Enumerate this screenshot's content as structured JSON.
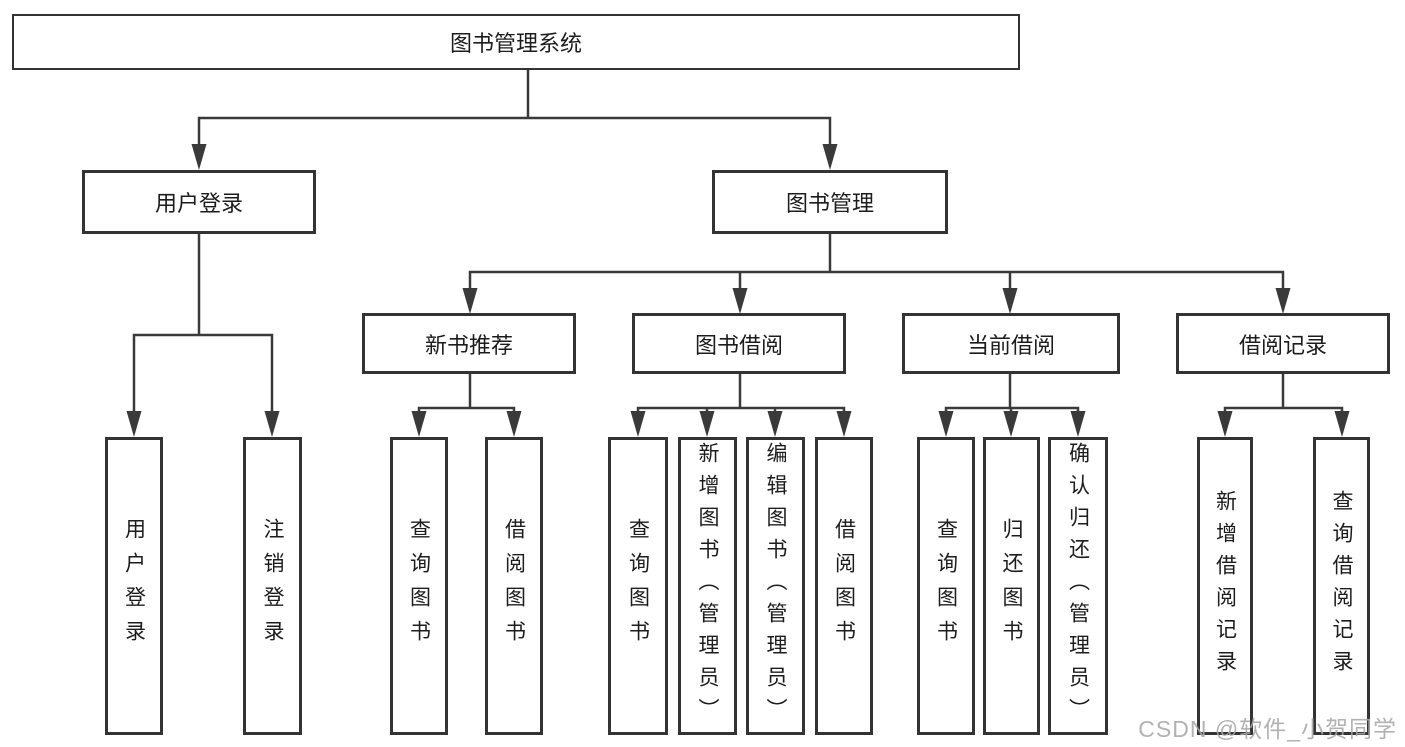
{
  "diagram_title": "图书管理系统",
  "colors": {
    "line": "#3a3a3a",
    "box_border": "#333333",
    "text": "#1c1c1c",
    "background": "#ffffff",
    "watermark": "#a7a7a7"
  },
  "nodes": {
    "root": "图书管理系统",
    "user_login": "用户登录",
    "book_mgmt": "图书管理",
    "new_book_rec": "新书推荐",
    "book_borrow": "图书借阅",
    "current_borrow": "当前借阅",
    "borrow_record": "借阅记录",
    "user_login_leaf": "用户登录",
    "logout_leaf": "注销登录",
    "nbr_query_books": "查询图书",
    "nbr_borrow_books": "借阅图书",
    "bb_query_books": "查询图书",
    "bb_add_books": "新增图书（管理员）",
    "bb_edit_books": "编辑图书（管理员）",
    "bb_borrow_books": "借阅图书",
    "cb_query_books": "查询图书",
    "cb_return_books": "归还图书",
    "cb_confirm_return": "确认归还（管理员）",
    "br_add_record": "新增借阅记录",
    "br_query_record": "查询借阅记录"
  },
  "watermark": "CSDN @软件_小贺同学"
}
